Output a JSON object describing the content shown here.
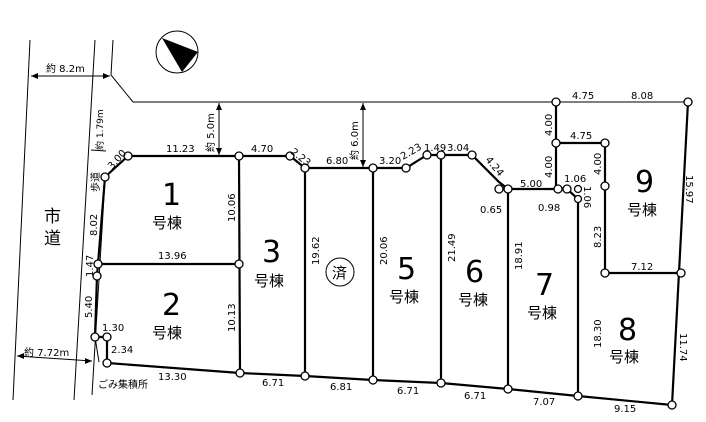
{
  "title_labels": {
    "road": [
      "市",
      "道"
    ],
    "sidewalk": "歩道",
    "garbage": "ごみ集積所",
    "road_width_top": "約 8.2m",
    "road_width_bottom": "約 7.72m",
    "sidewalk_width": "約 1.79m",
    "setback_1": "約 5.0m",
    "setback_2": "約 6.0m"
  },
  "lots": [
    {
      "number": "1",
      "suffix": "号棟"
    },
    {
      "number": "2",
      "suffix": "号棟"
    },
    {
      "number": "3",
      "suffix": "号棟"
    },
    {
      "mark": "済"
    },
    {
      "number": "5",
      "suffix": "号棟"
    },
    {
      "number": "6",
      "suffix": "号棟"
    },
    {
      "number": "7",
      "suffix": "号棟"
    },
    {
      "number": "8",
      "suffix": "号棟"
    },
    {
      "number": "9",
      "suffix": "号棟"
    }
  ],
  "dims": [
    "3.00",
    "11.23",
    "4.70",
    "2.23",
    "6.80",
    "3.20",
    "2.23",
    "1.49",
    "3.04",
    "4.24",
    "0.65",
    "5.00",
    "0.98",
    "1.06",
    "1.06",
    "4.75",
    "8.08",
    "4.00",
    "4.75",
    "4.00",
    "4.00",
    "15.97",
    "8.23",
    "7.12",
    "18.30",
    "11.74",
    "8.02",
    "1.47",
    "5.40",
    "1.30",
    "2.34",
    "13.96",
    "10.06",
    "10.13",
    "19.62",
    "20.06",
    "21.49",
    "18.91",
    "13.30",
    "6.71",
    "6.81",
    "6.71",
    "6.71",
    "7.07",
    "9.15"
  ]
}
